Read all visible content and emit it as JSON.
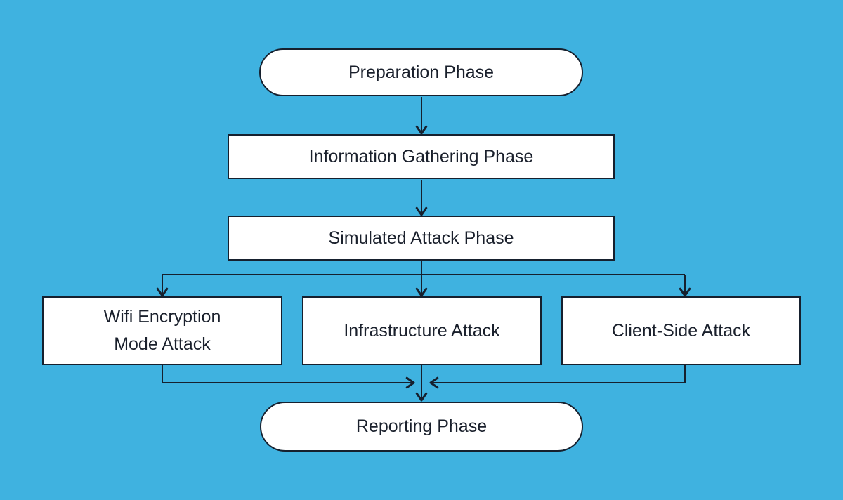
{
  "diagram": {
    "type": "flowchart",
    "colors": {
      "background": "#3FB2E0",
      "node_fill": "#FFFFFF",
      "line": "#16202E",
      "text": "#1A202C"
    },
    "nodes": [
      {
        "id": "preparation",
        "label": "Preparation Phase",
        "shape": "stadium"
      },
      {
        "id": "information-gathering",
        "label": "Information Gathering Phase",
        "shape": "rectangle"
      },
      {
        "id": "simulated-attack",
        "label": "Simulated Attack Phase",
        "shape": "rectangle"
      },
      {
        "id": "wifi-encryption",
        "label": "Wifi Encryption Mode Attack",
        "shape": "rectangle"
      },
      {
        "id": "infrastructure",
        "label": "Infrastructure Attack",
        "shape": "rectangle"
      },
      {
        "id": "client-side",
        "label": "Client-Side Attack",
        "shape": "rectangle"
      },
      {
        "id": "reporting",
        "label": "Reporting Phase",
        "shape": "stadium"
      }
    ],
    "edges": [
      {
        "from": "preparation",
        "to": "information-gathering"
      },
      {
        "from": "information-gathering",
        "to": "simulated-attack"
      },
      {
        "from": "simulated-attack",
        "to": "wifi-encryption"
      },
      {
        "from": "simulated-attack",
        "to": "infrastructure"
      },
      {
        "from": "simulated-attack",
        "to": "client-side"
      },
      {
        "from": "wifi-encryption",
        "to": "reporting"
      },
      {
        "from": "infrastructure",
        "to": "reporting"
      },
      {
        "from": "client-side",
        "to": "reporting"
      }
    ]
  }
}
